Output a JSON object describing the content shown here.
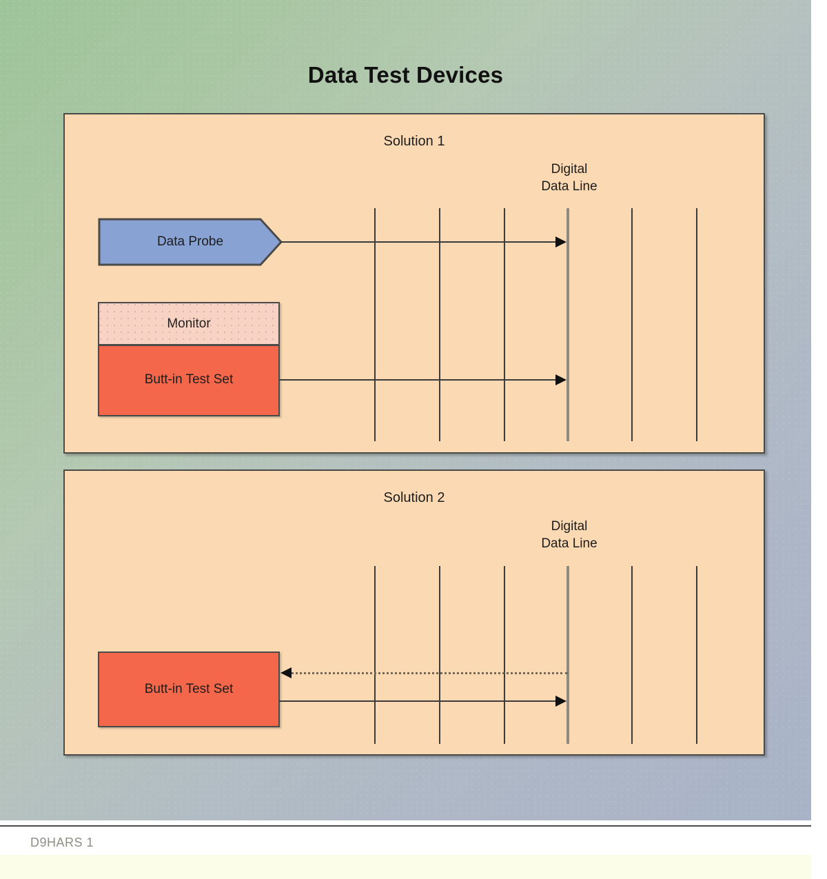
{
  "figure": {
    "title": "Data Test Devices",
    "caption": "D9HARS 1",
    "background": {
      "top_color": "#9ec49a",
      "bottom_color": "#a9b3c7"
    }
  },
  "panels": [
    {
      "id": "solution-1",
      "title": "Solution 1",
      "data_line_label": "Digital\nData Line",
      "devices": [
        {
          "name": "data-probe",
          "label": "Data Probe",
          "shape": "pentagon-right",
          "color": "#89a2d4"
        },
        {
          "name": "monitor",
          "label": "Monitor",
          "shape": "rect",
          "color": "#f8d3c4"
        },
        {
          "name": "butt-in-test-set",
          "label": "Butt-in Test Set",
          "shape": "rect",
          "color": "#f4674a"
        }
      ],
      "connections": [
        {
          "from": "data-probe",
          "style": "solid",
          "direction": "right"
        },
        {
          "from": "butt-in-test-set",
          "style": "solid",
          "direction": "right"
        }
      ],
      "cable_lines": 6,
      "highlighted_line_index": 4
    },
    {
      "id": "solution-2",
      "title": "Solution 2",
      "data_line_label": "Digital\nData Line",
      "devices": [
        {
          "name": "butt-in-test-set",
          "label": "Butt-in Test Set",
          "shape": "rect",
          "color": "#f4674a"
        }
      ],
      "connections": [
        {
          "from": "digital-data-line",
          "style": "dotted",
          "direction": "left"
        },
        {
          "from": "butt-in-test-set",
          "style": "solid",
          "direction": "right"
        }
      ],
      "cable_lines": 6,
      "highlighted_line_index": 4
    }
  ]
}
